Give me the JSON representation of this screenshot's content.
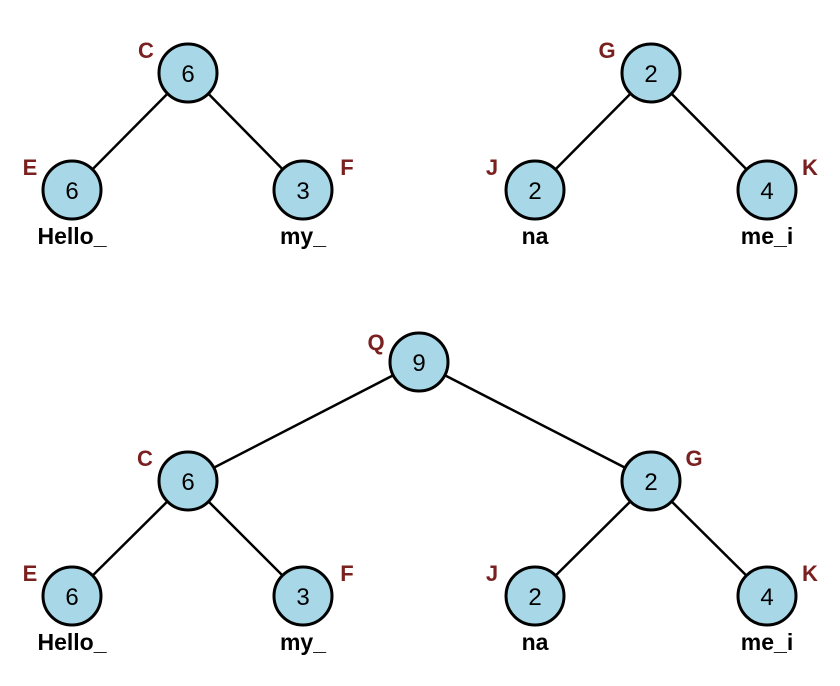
{
  "colors": {
    "node_fill": "#a8d8e8",
    "node_stroke": "#000000",
    "node_letter": "#7b2020",
    "edge": "#000000",
    "leaf_text": "#000000"
  },
  "trees": [
    {
      "nodes": [
        {
          "id": "C",
          "letter": "C",
          "value": "6"
        },
        {
          "id": "E",
          "letter": "E",
          "value": "6",
          "text": "Hello_"
        },
        {
          "id": "F",
          "letter": "F",
          "value": "3",
          "text": "my_"
        }
      ],
      "edges": [
        [
          "C",
          "E"
        ],
        [
          "C",
          "F"
        ]
      ]
    },
    {
      "nodes": [
        {
          "id": "G",
          "letter": "G",
          "value": "2"
        },
        {
          "id": "J",
          "letter": "J",
          "value": "2",
          "text": "na"
        },
        {
          "id": "K",
          "letter": "K",
          "value": "4",
          "text": "me_i"
        }
      ],
      "edges": [
        [
          "G",
          "J"
        ],
        [
          "G",
          "K"
        ]
      ]
    },
    {
      "nodes": [
        {
          "id": "Q",
          "letter": "Q",
          "value": "9"
        },
        {
          "id": "C",
          "letter": "C",
          "value": "6"
        },
        {
          "id": "G",
          "letter": "G",
          "value": "2"
        },
        {
          "id": "E",
          "letter": "E",
          "value": "6",
          "text": "Hello_"
        },
        {
          "id": "F",
          "letter": "F",
          "value": "3",
          "text": "my_"
        },
        {
          "id": "J",
          "letter": "J",
          "value": "2",
          "text": "na"
        },
        {
          "id": "K",
          "letter": "K",
          "value": "4",
          "text": "me_i"
        }
      ],
      "edges": [
        [
          "Q",
          "C"
        ],
        [
          "Q",
          "G"
        ],
        [
          "C",
          "E"
        ],
        [
          "C",
          "F"
        ],
        [
          "G",
          "J"
        ],
        [
          "G",
          "K"
        ]
      ]
    }
  ]
}
